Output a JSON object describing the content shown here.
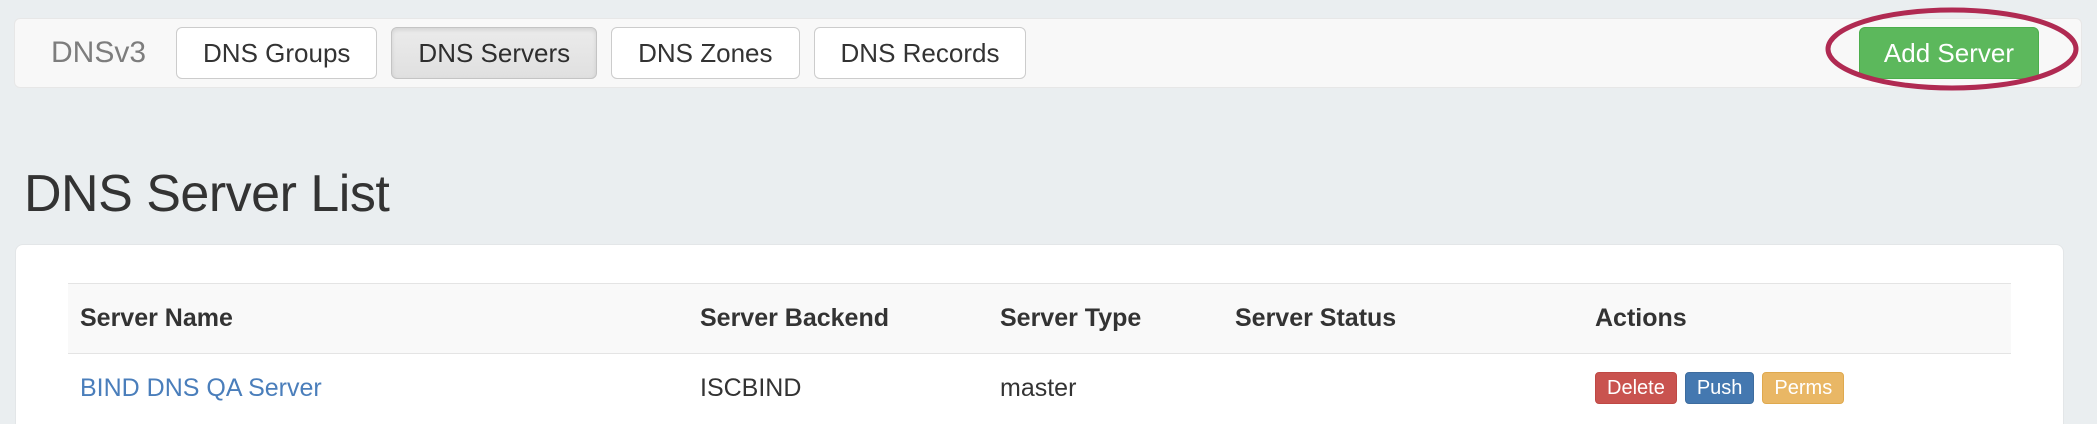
{
  "navbar": {
    "brand": "DNSv3",
    "tabs": [
      {
        "label": "DNS Groups",
        "active": false
      },
      {
        "label": "DNS Servers",
        "active": true
      },
      {
        "label": "DNS Zones",
        "active": false
      },
      {
        "label": "DNS Records",
        "active": false
      }
    ],
    "add_button": {
      "label": "Add Server",
      "color": "#5cb85c"
    }
  },
  "annotation": {
    "shape": "ellipse",
    "target": "Add Server",
    "stroke_color": "#b02a52",
    "stroke_width": 5
  },
  "page": {
    "title": "DNS Server List",
    "background_color": "#eaeef0"
  },
  "table": {
    "columns": [
      "Server Name",
      "Server Backend",
      "Server Type",
      "Server Status",
      "Actions"
    ],
    "rows": [
      {
        "server_name": "BIND DNS QA Server",
        "server_backend": "ISCBIND",
        "server_type": "master",
        "server_status": "",
        "actions": [
          {
            "label": "Delete",
            "style": "danger",
            "color": "#c9534f"
          },
          {
            "label": "Push",
            "style": "primary",
            "color": "#4478b0"
          },
          {
            "label": "Perms",
            "style": "warning",
            "color": "#e9b765"
          }
        ]
      }
    ]
  }
}
